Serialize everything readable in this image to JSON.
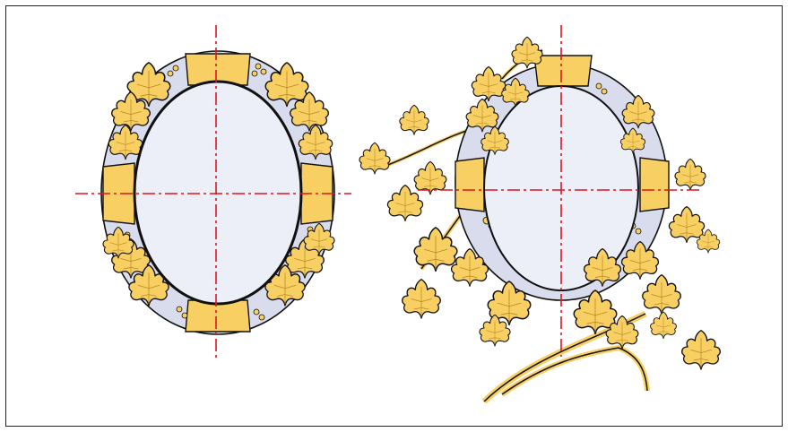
{
  "colors": {
    "border": "#222222",
    "gold": "#f8cf62",
    "gold_dark": "#e7b545",
    "silver": "#d9dcec",
    "inner": "#eceef8",
    "outline": "#111111",
    "axis": "#e0141e"
  },
  "figures": [
    {
      "name": "left-oval-frame",
      "style": "symmetric leaf clusters"
    },
    {
      "name": "right-oval-frame",
      "style": "ivy vine wreath"
    }
  ]
}
